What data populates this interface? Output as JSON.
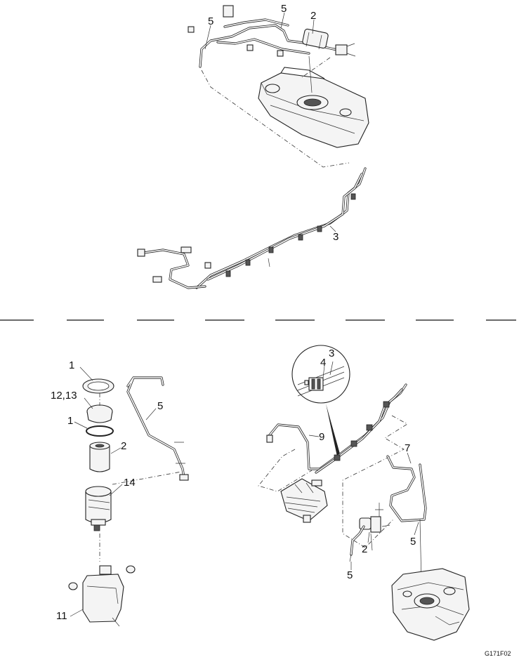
{
  "figure_code": "G171F02",
  "upper_view": {
    "callouts": [
      "5",
      "5",
      "2",
      "3"
    ]
  },
  "lower_left_view": {
    "callouts": [
      "1",
      "12,13",
      "1",
      "2",
      "14",
      "5",
      "11"
    ]
  },
  "lower_right_view": {
    "callouts": [
      "4",
      "3",
      "9",
      "7",
      "2",
      "5",
      "5"
    ]
  }
}
